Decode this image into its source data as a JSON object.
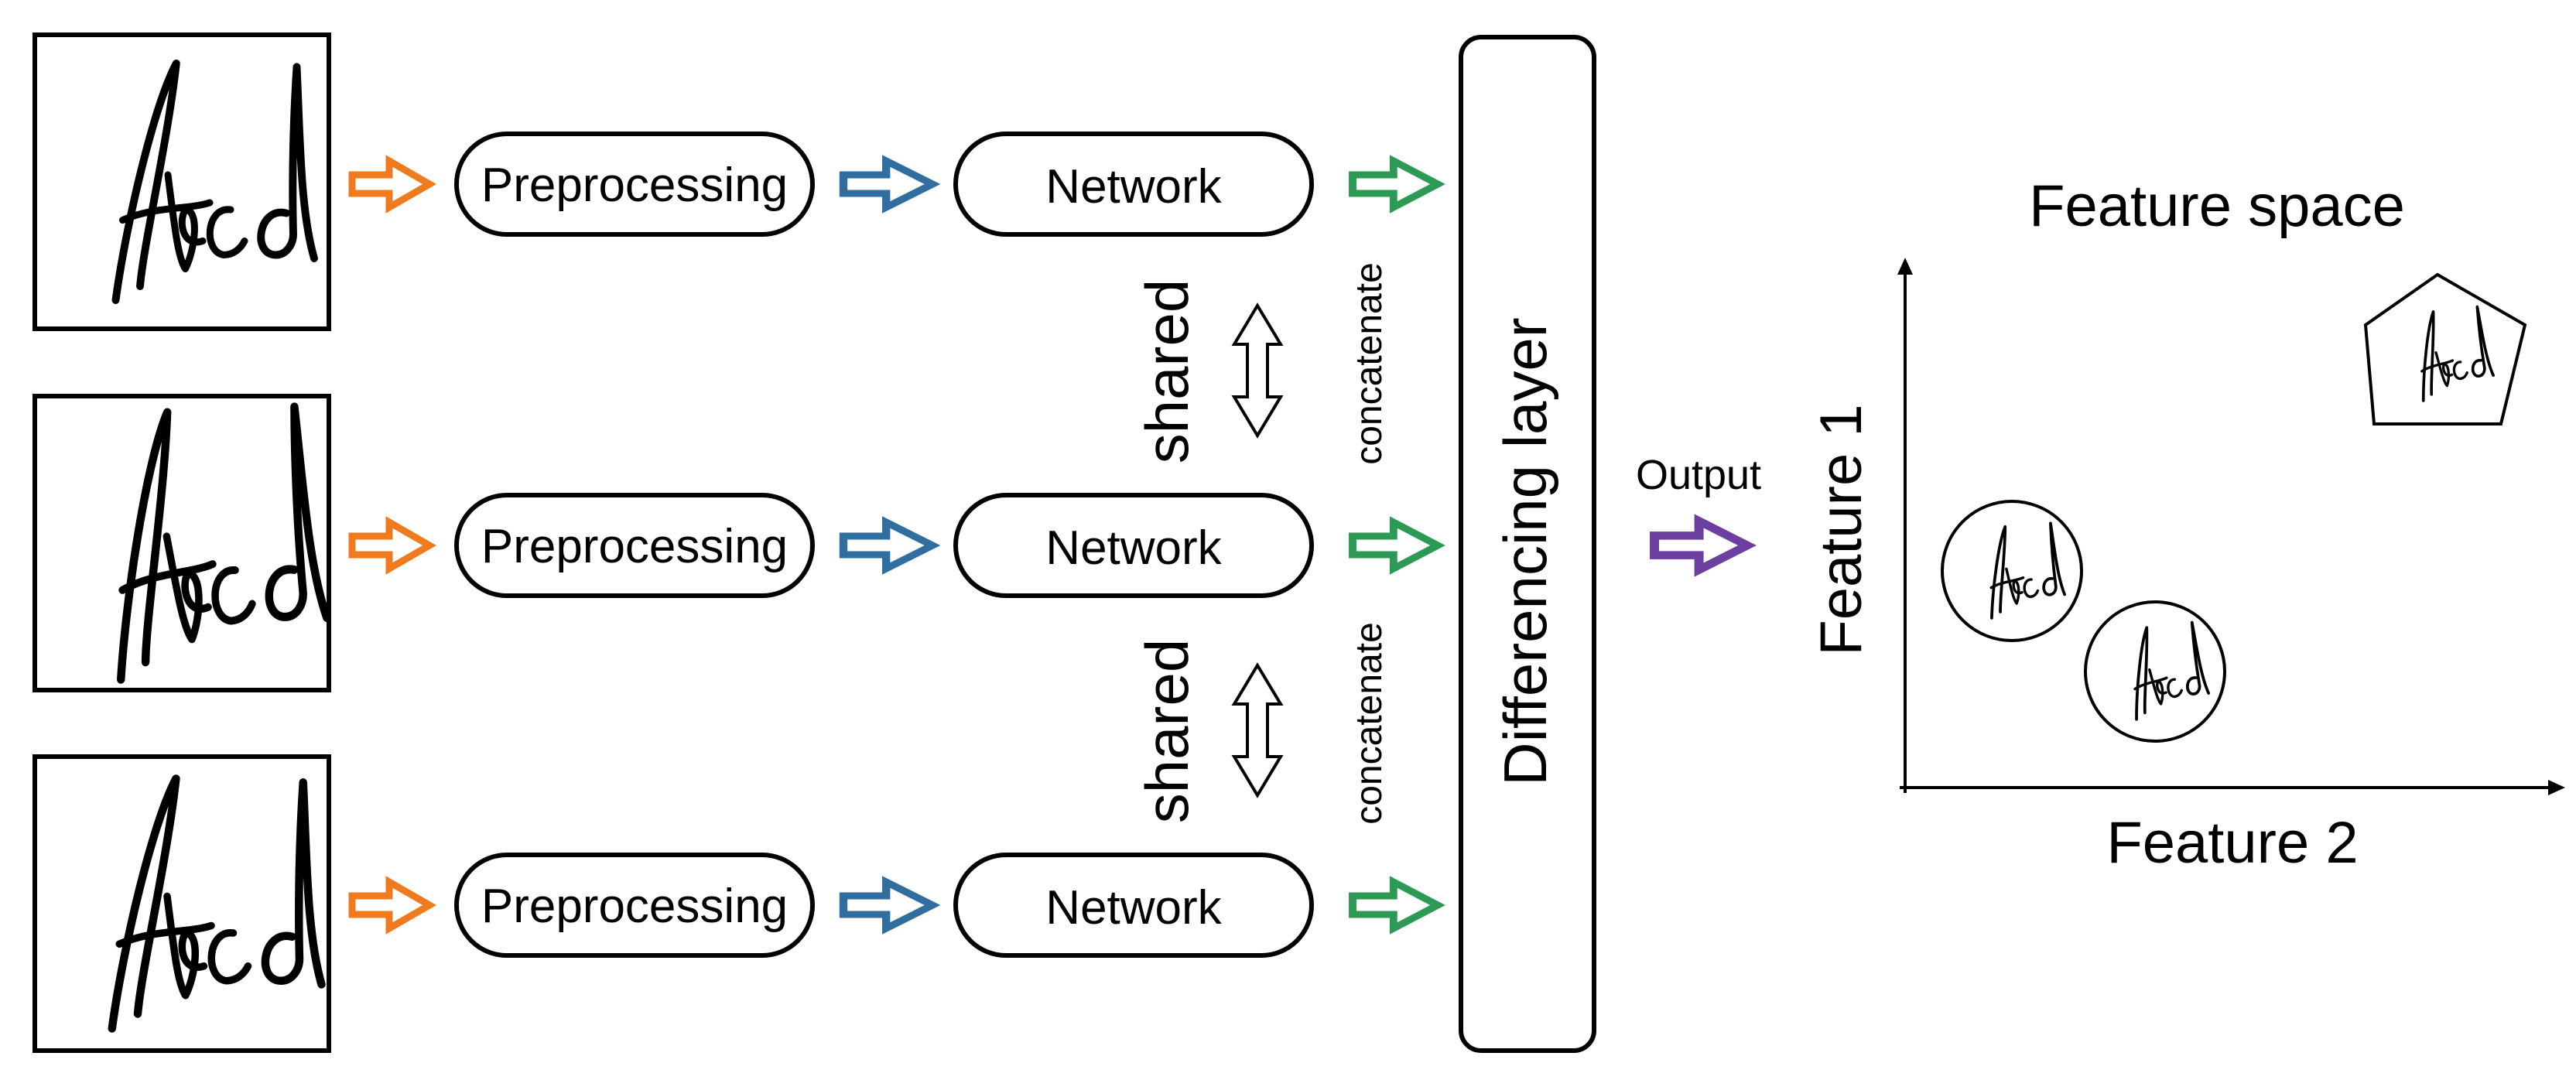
{
  "rows": [
    {
      "preprocessing": "Preprocessing",
      "network": "Network"
    },
    {
      "preprocessing": "Preprocessing",
      "network": "Network"
    },
    {
      "preprocessing": "Preprocessing",
      "network": "Network"
    }
  ],
  "signature_text": "Abcd",
  "between_rows": [
    {
      "shared": "shared",
      "concatenate": "concatenate"
    },
    {
      "shared": "shared",
      "concatenate": "concatenate"
    }
  ],
  "differencing_layer": "Differencing layer",
  "output": "Output",
  "feature_space": {
    "title": "Feature space",
    "y_axis": "Feature 1",
    "x_axis": "Feature 2"
  },
  "colors": {
    "input_arrow": "#f07b1f",
    "preprocess_arrow": "#2f6e9e",
    "network_arrow": "#2c9a54",
    "output_arrow": "#6b3fa0",
    "outline": "#000000"
  },
  "icons": {
    "input_arrow": "hollow-right-arrow",
    "shared_arrow": "hollow-double-vertical-arrow"
  }
}
